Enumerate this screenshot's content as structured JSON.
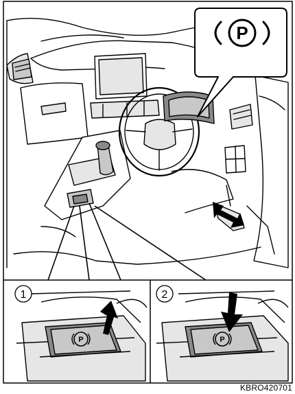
{
  "callout": {
    "symbol": "P"
  },
  "steps": [
    {
      "number": "1",
      "button_symbol": "P",
      "action": "pull-up"
    },
    {
      "number": "2",
      "button_symbol": "P",
      "action": "push-down"
    }
  ],
  "reference_code": "KBRO420701",
  "colors": {
    "line": "#000000",
    "background": "#ffffff",
    "shade_light": "#e6e6e6",
    "shade_mid": "#c8c8c8",
    "shade_dark": "#8a8a8a"
  }
}
